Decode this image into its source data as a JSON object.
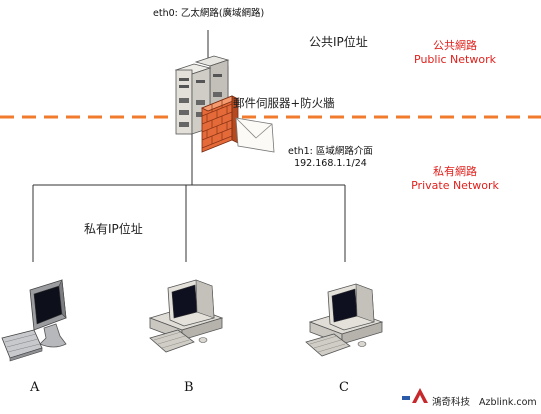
{
  "wan": {
    "interface_label": "eth0: 乙太網路(廣域網路)"
  },
  "public_zone": {
    "ip_label": "公共IP位址",
    "name_zh": "公共網路",
    "name_en": "Public Network"
  },
  "gateway": {
    "label": "郵件伺服器+防火牆"
  },
  "lan": {
    "interface_line1": "eth1: 區域網路介面",
    "interface_line2": "192.168.1.1/24"
  },
  "private_zone": {
    "name_zh": "私有網路",
    "name_en": "Private Network",
    "ip_label": "私有IP位址"
  },
  "clients": [
    {
      "label": "A",
      "kind": "lcd-monitor"
    },
    {
      "label": "B",
      "kind": "crt-desktop"
    },
    {
      "label": "C",
      "kind": "crt-desktop"
    }
  ],
  "watermark": {
    "text": "鴻奇科技",
    "url": "Azblink.com"
  },
  "colors": {
    "boundary": "#f07b2c",
    "zone_text": "#e0211c",
    "line": "#333333"
  }
}
